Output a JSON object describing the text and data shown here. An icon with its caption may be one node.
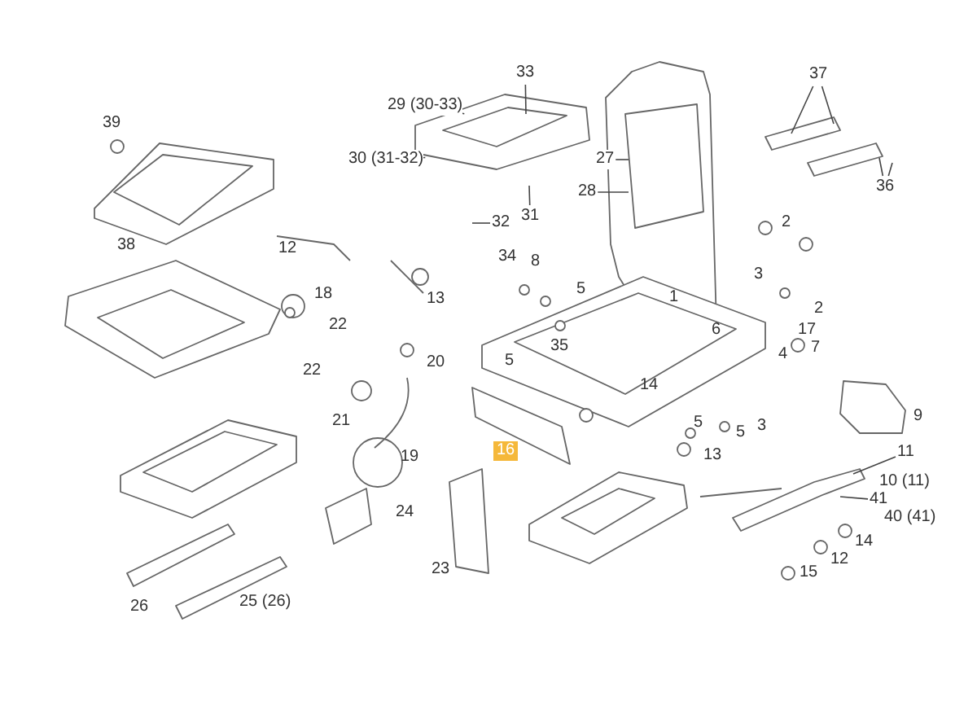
{
  "diagram": {
    "nodes": [
      {
        "text": [
          "29 (30-33)"
        ]
      },
      {
        "text": [
          "33"
        ]
      },
      {
        "text": [
          "30 (31-32)"
        ]
      },
      {
        "text": [
          "27"
        ]
      },
      {
        "text": [
          "28"
        ]
      },
      {
        "text": [
          "31"
        ]
      },
      {
        "text": [
          "32"
        ]
      },
      {
        "text": [
          "37"
        ]
      },
      {
        "text": [
          "36"
        ]
      },
      {
        "text": [
          "11"
        ]
      },
      {
        "text": [
          "41"
        ]
      }
    ],
    "edges": [
      {
        "from": 0,
        "to": null,
        "arrow": "none"
      },
      {
        "from": 1,
        "to": null,
        "arrow": "none"
      },
      {
        "from": 2,
        "to": null,
        "arrow": "none"
      },
      {
        "from": 3,
        "to": null,
        "arrow": "none"
      },
      {
        "from": 4,
        "to": null,
        "arrow": "none"
      },
      {
        "from": 5,
        "to": null,
        "arrow": "none"
      },
      {
        "from": 6,
        "to": null,
        "arrow": "none"
      },
      {
        "from": 7,
        "to": null,
        "arrow": "none"
      },
      {
        "from": 7,
        "to": null,
        "arrow": "none"
      },
      {
        "from": 8,
        "to": null,
        "arrow": "none"
      },
      {
        "from": 8,
        "to": null,
        "arrow": "none"
      },
      {
        "from": 9,
        "to": null,
        "arrow": "none"
      },
      {
        "from": 10,
        "to": null,
        "arrow": "none"
      }
    ],
    "labels": [
      "39",
      "38",
      "12",
      "34",
      "8",
      "1",
      "2",
      "18",
      "13",
      "5",
      "3",
      "22",
      "35",
      "5",
      "6",
      "2",
      "17",
      "4",
      "7",
      "22",
      "20",
      "14",
      "21",
      "19",
      "5",
      "5",
      "3",
      "16",
      "13",
      "9",
      "10 (11)",
      "40 (41)",
      "24",
      "14",
      "12",
      "15",
      "23",
      "26",
      "25 (26)"
    ]
  }
}
